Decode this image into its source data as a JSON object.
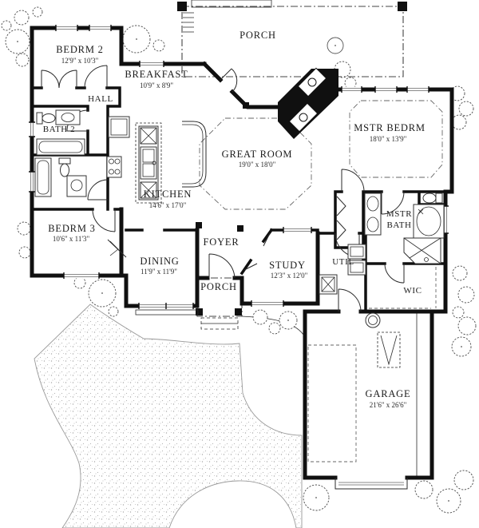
{
  "title": "House floor plan",
  "colors": {
    "wall": "#101010",
    "background": "#ffffff",
    "stipple": "#aeaeae",
    "window_gray": "#8a8a8a",
    "dash": "#666666"
  },
  "rooms": {
    "porch_top": {
      "name": "PORCH"
    },
    "bedrm2": {
      "name": "BEDRM 2",
      "dims": "12'9\" x 10'3\""
    },
    "breakfast": {
      "name": "BREAKFAST",
      "dims": "10'9\" x 8'9\""
    },
    "hall": {
      "name": "HALL"
    },
    "bath2": {
      "name": "BATH 2"
    },
    "great_room": {
      "name": "GREAT ROOM",
      "dims": "19'0\" x 18'0\""
    },
    "mstr_bedrm": {
      "name": "MSTR BEDRM",
      "dims": "18'0\" x 13'9\""
    },
    "kitchen": {
      "name": "KITCHEN",
      "dims": "14'6\" x 17'0\""
    },
    "bedrm3": {
      "name": "BEDRM 3",
      "dims": "10'6\" x 11'3\""
    },
    "dining": {
      "name": "DINING",
      "dims": "11'9\" x 11'9\""
    },
    "foyer": {
      "name": "FOYER"
    },
    "study": {
      "name": "STUDY",
      "dims": "12'3\" x 12'0\""
    },
    "porch_front": {
      "name": "PORCH"
    },
    "util": {
      "name": "UTIL"
    },
    "mstr_bath": {
      "line1": "MSTR",
      "line2": "BATH"
    },
    "wic": {
      "name": "WIC"
    },
    "garage": {
      "name": "GARAGE",
      "dims": "21'6\" x 26'6\""
    }
  }
}
